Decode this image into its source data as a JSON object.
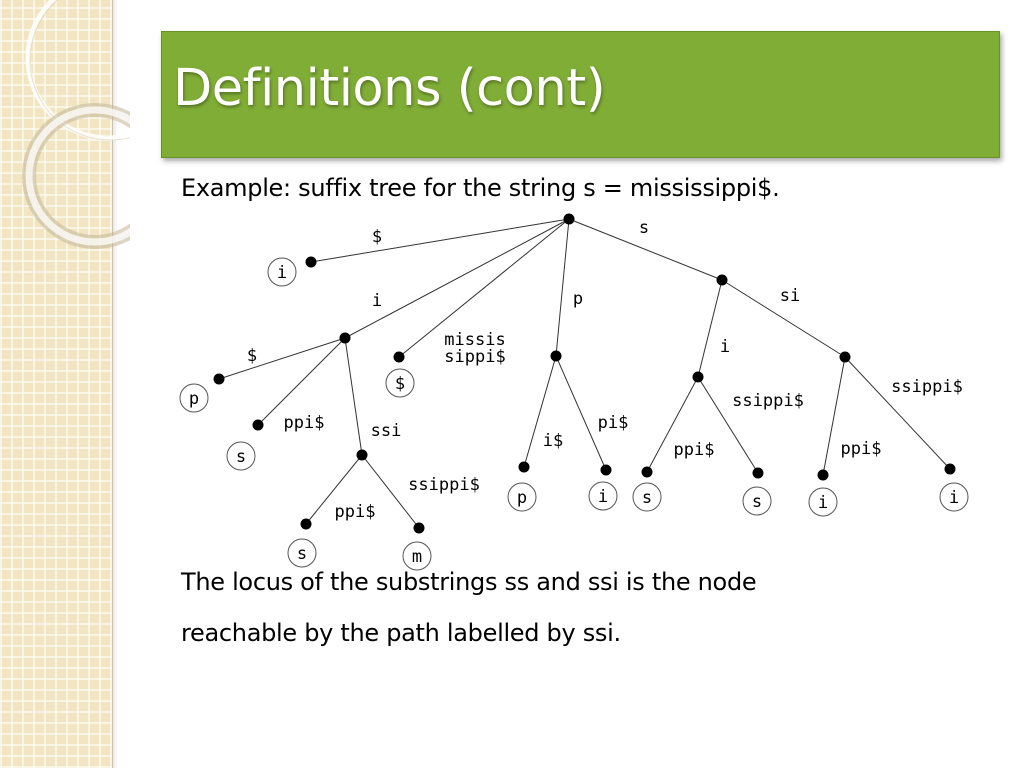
{
  "slide": {
    "title": "Definitions (cont)",
    "example_prefix": "Example: suffix tree for the string ",
    "example_string": "s = mississippi$.",
    "locus_line1": "The locus of the substrings ss and ssi is the node",
    "locus_line2": "reachable by the path labelled by ssi."
  },
  "colors": {
    "title_bar": "#80ad36",
    "side_strip": "#f2e6c2",
    "title_text": "#ffffff"
  },
  "tree": {
    "nodes": [
      {
        "id": "root"
      },
      {
        "id": "n_dollar",
        "leaf": "i"
      },
      {
        "id": "n_i"
      },
      {
        "id": "n_missis",
        "leaf": "$"
      },
      {
        "id": "n_p"
      },
      {
        "id": "n_s"
      },
      {
        "id": "n_i_dollar",
        "leaf": "p"
      },
      {
        "id": "n_i_ppi",
        "leaf": "s"
      },
      {
        "id": "n_ssi"
      },
      {
        "id": "n_ssi_ppi",
        "leaf": "s"
      },
      {
        "id": "n_ssi_ssippi",
        "leaf": "m"
      },
      {
        "id": "n_p_i",
        "leaf": "p"
      },
      {
        "id": "n_p_pi",
        "leaf": "i"
      },
      {
        "id": "n_si"
      },
      {
        "id": "n_s_i"
      },
      {
        "id": "n_s_i_ppi",
        "leaf": "s"
      },
      {
        "id": "n_s_i_ssippi",
        "leaf": "s"
      },
      {
        "id": "n_si_ppi",
        "leaf": "i"
      },
      {
        "id": "n_si_ssippi",
        "leaf": "i"
      }
    ],
    "edges": [
      {
        "from": "root",
        "to": "n_dollar",
        "label": "$"
      },
      {
        "from": "root",
        "to": "n_i",
        "label": "i"
      },
      {
        "from": "root",
        "to": "n_missis",
        "label": "missis\nsippi$"
      },
      {
        "from": "root",
        "to": "n_p",
        "label": "p"
      },
      {
        "from": "root",
        "to": "n_s",
        "label": "s"
      },
      {
        "from": "n_i",
        "to": "n_i_dollar",
        "label": "$"
      },
      {
        "from": "n_i",
        "to": "n_i_ppi",
        "label": "ppi$"
      },
      {
        "from": "n_i",
        "to": "n_ssi",
        "label": "ssi"
      },
      {
        "from": "n_ssi",
        "to": "n_ssi_ppi",
        "label": "ppi$"
      },
      {
        "from": "n_ssi",
        "to": "n_ssi_ssippi",
        "label": "ssippi$"
      },
      {
        "from": "n_p",
        "to": "n_p_i",
        "label": "i$"
      },
      {
        "from": "n_p",
        "to": "n_p_pi",
        "label": "pi$"
      },
      {
        "from": "n_s",
        "to": "n_si",
        "label": "si"
      },
      {
        "from": "n_s",
        "to": "n_s_i",
        "label": "i"
      },
      {
        "from": "n_s_i",
        "to": "n_s_i_ppi",
        "label": "ppi$"
      },
      {
        "from": "n_s_i",
        "to": "n_s_i_ssippi",
        "label": "ssippi$"
      },
      {
        "from": "n_si",
        "to": "n_si_ppi",
        "label": "ppi$"
      },
      {
        "from": "n_si",
        "to": "n_si_ssippi",
        "label": "ssippi$"
      }
    ]
  }
}
